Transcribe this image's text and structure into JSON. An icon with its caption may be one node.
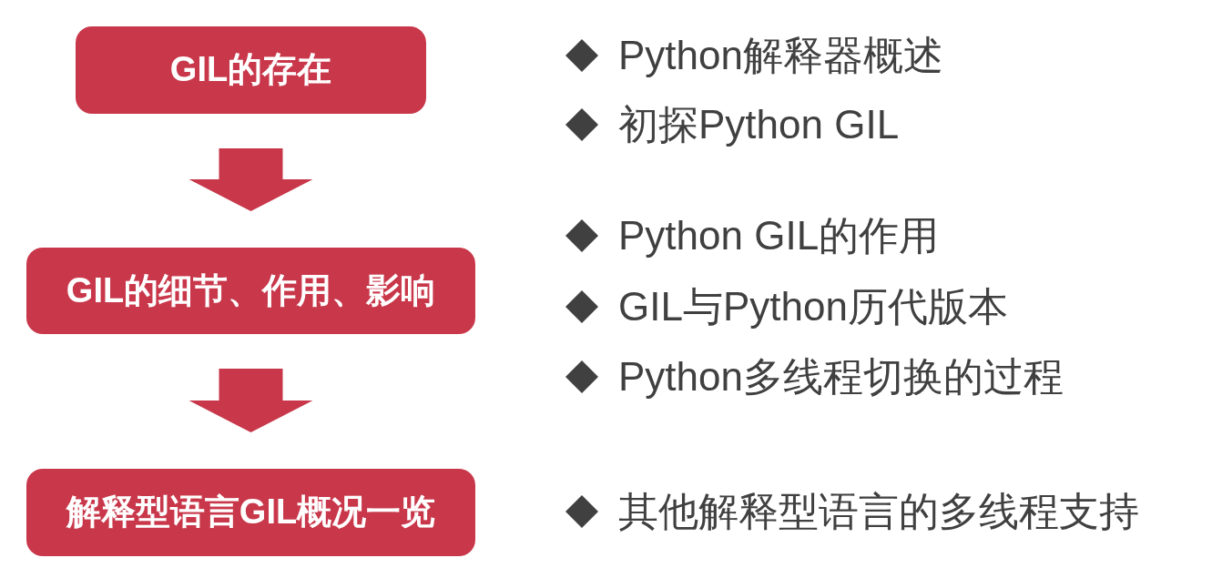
{
  "diagram": {
    "nodes": [
      {
        "text": [
          "GIL的存在"
        ],
        "beside": [
          "Python解释器概述",
          "初探Python GIL"
        ]
      },
      {
        "text": [
          "GIL的细节、作用、影响"
        ],
        "beside": [
          "Python GIL的作用",
          "GIL与Python历代版本",
          "Python多线程切换的过程"
        ]
      },
      {
        "text": [
          "解释型语言GIL概况一览"
        ],
        "beside": [
          "其他解释型语言的多线程支持"
        ]
      }
    ],
    "edges": [
      {
        "from": 0,
        "to": 1,
        "arrow": "to"
      },
      {
        "from": 1,
        "to": 2,
        "arrow": "to"
      }
    ]
  }
}
